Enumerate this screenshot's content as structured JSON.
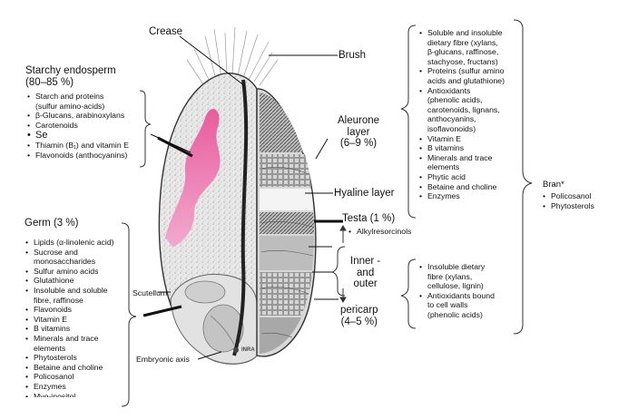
{
  "labels": {
    "crease": "Crease",
    "brush": "Brush",
    "aleurone": "Aleurone\nlayer\n(6–9 %)",
    "hyaline": "Hyaline layer",
    "testa": "Testa (1 %)",
    "alkylresorcinols": "Alkylresorcinols",
    "inner_outer": "Inner -\nand\nouter",
    "pericarp": "pericarp\n(4–5 %)",
    "scutellum": "Scutellum",
    "embryonic_axis": "Embryonic axis",
    "watermark": "INRA"
  },
  "starchy": {
    "title": "Starchy endosperm\n(80–85 %)",
    "items": [
      "Starch and proteins\n(sulfur amino-acids)",
      "β-Glucans, arabinoxylans",
      "Carotenoids",
      "Se",
      "Thiamin (B₁) and vitamin E",
      "Flavonoids (anthocyanins)"
    ]
  },
  "germ": {
    "title": "Germ (3 %)",
    "items": [
      "Lipids (α-linolenic acid)",
      "Sucrose and\nmonosaccharides",
      "Sulfur amino acids",
      "Glutathione",
      "Insoluble and soluble\nfibre, raffinose",
      "Flavonoids",
      "Vitamin E",
      "B vitamins",
      "Minerals and trace\nelements",
      "Phytosterols",
      "Betaine and choline",
      "Policosanol",
      "Enzymes",
      "Myo-inositol"
    ]
  },
  "aleurone_list": {
    "items": [
      "Soluble and insoluble\ndietary fibre (xylans,\nβ-glucans, raffinose,\nstachyose, fructans)",
      "Proteins (sulfur amino\nacids and glutathione)",
      "Antioxidants\n(phenolic acids,\ncarotenoids, lignans,\nanthocyanins,\nisoflavonoids)",
      "Vitamin E",
      "B vitamins",
      "Minerals and trace\nelements",
      "Phytic acid",
      "Betaine and choline",
      "Enzymes"
    ]
  },
  "pericarp_list": {
    "items": [
      "Insoluble dietary\nfibre (xylans,\ncellulose, lignin)",
      "Antioxidants bound\nto cell walls\n(phenolic acids)"
    ]
  },
  "bran": {
    "title": "Bran*",
    "items": [
      "Policosanol",
      "Phytosterols"
    ]
  },
  "colors": {
    "pink": "#e8559a",
    "pink_light": "#f3a6cc",
    "gray_dark": "#555555",
    "gray_mid": "#9a9a9a",
    "gray_light": "#d8d8d8"
  }
}
